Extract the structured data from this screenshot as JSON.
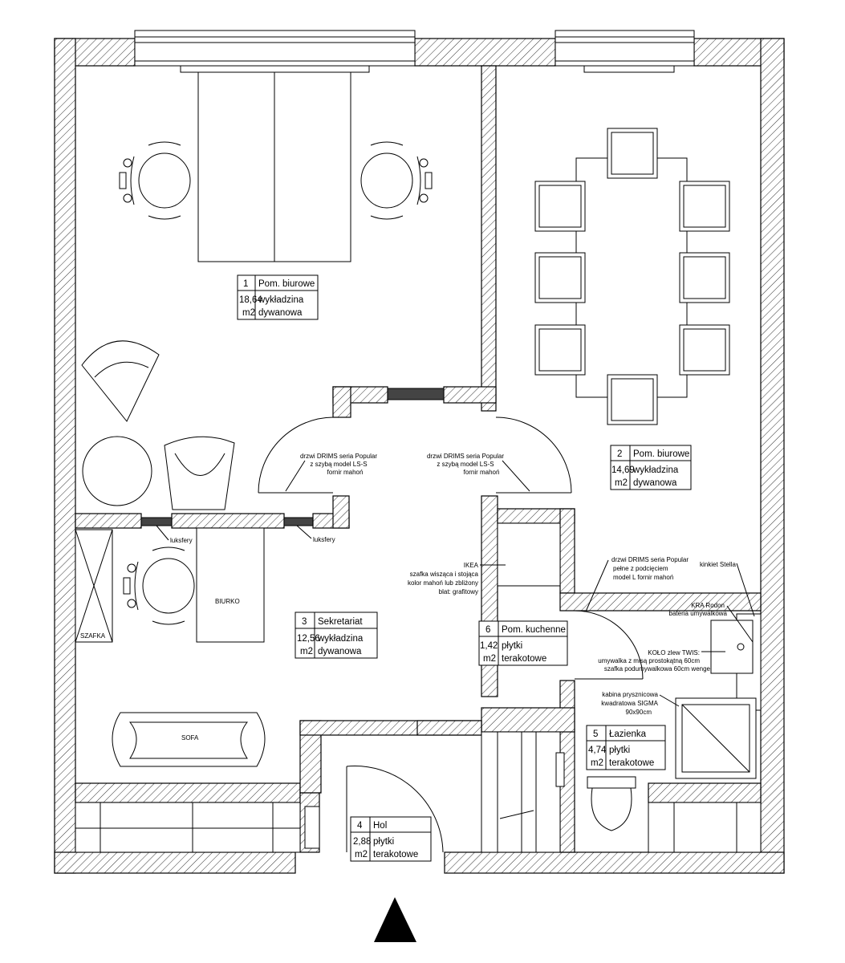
{
  "rooms": [
    {
      "number": "1",
      "name": "Pom. biurowe",
      "area": "18,64",
      "unit": "m2",
      "finish_line1": "wykładzina",
      "finish_line2": "dywanowa"
    },
    {
      "number": "2",
      "name": "Pom. biurowe",
      "area": "14,69",
      "unit": "m2",
      "finish_line1": "wykładzina",
      "finish_line2": "dywanowa"
    },
    {
      "number": "3",
      "name": "Sekretariat",
      "area": "12,56",
      "unit": "m2",
      "finish_line1": "wykładzina",
      "finish_line2": "dywanowa"
    },
    {
      "number": "4",
      "name": "Hol",
      "area": "2,88",
      "unit": "m2",
      "finish_line1": "płytki",
      "finish_line2": "terakotowe"
    },
    {
      "number": "5",
      "name": "Łazienka",
      "area": "4,74",
      "unit": "m2",
      "finish_line1": "płytki",
      "finish_line2": "terakotowe"
    },
    {
      "number": "6",
      "name": "Pom. kuchenne",
      "area": "1,42",
      "unit": "m2",
      "finish_line1": "płytki",
      "finish_line2": "terakotowe"
    }
  ],
  "annotations": {
    "door_left": [
      "drzwi DRIMS seria Popular",
      "z szybą model LS-S",
      "fornir mahoń"
    ],
    "door_right": [
      "drzwi DRIMS seria Popular",
      "z szybą model LS-S",
      "fornir mahoń"
    ],
    "door_bath": [
      "drzwi DRIMS seria Popular",
      "pełne z podcięciem",
      "model L fornir mahoń"
    ],
    "glass_block_left": "luksfery",
    "glass_block_right": "luksfery",
    "ikea": [
      "IKEA",
      "szafka wisząca i stojąca",
      "kolor mahoń lub zbliżony",
      "blat: grafitowy"
    ],
    "lamp": "kinkiet Stella",
    "faucet": [
      "KRA Rodon",
      "bateria umywalkowa"
    ],
    "sink": [
      "KOŁO zlew TWIS:",
      "umywalka z misą prostokątną 60cm",
      "szafka podumywalkowa 60cm wenge"
    ],
    "shower": [
      "kabina prysznicowa",
      "kwadratowa SIGMA",
      "90x90cm"
    ]
  },
  "furniture_labels": {
    "cabinet": "SZAFKA",
    "desk": "BIURKO",
    "sofa": "SOFA"
  },
  "icons": {
    "north_arrow": "north-arrow-icon"
  }
}
